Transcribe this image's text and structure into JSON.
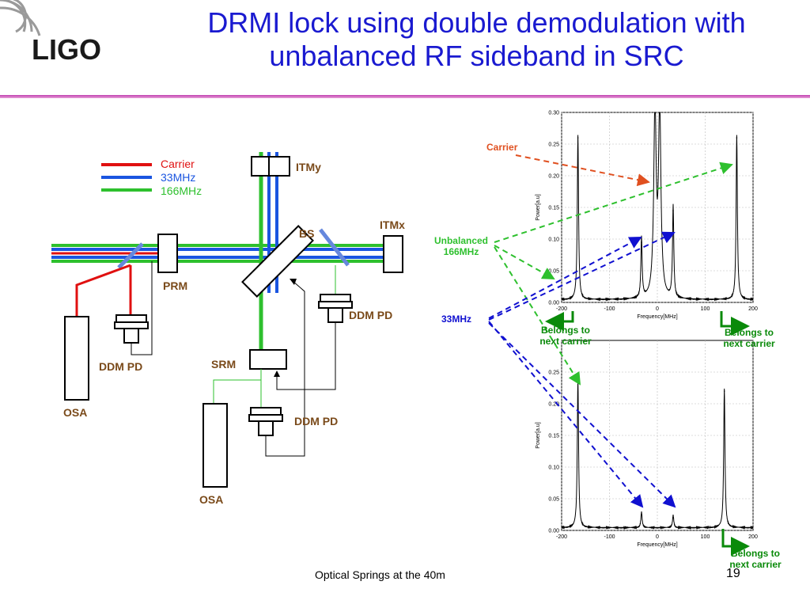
{
  "slide": {
    "title": "DRMI lock using double demodulation with unbalanced RF sideband in SRC",
    "title_line1": "DRMI lock using double demodulation with",
    "title_line2": "unbalanced RF sideband in SRC",
    "logo_text": "LIGO",
    "footer_text": "Optical Springs at the 40m",
    "page_number": "19",
    "accent_line_color": "#c040b0"
  },
  "legend": {
    "items": [
      {
        "label": "Carrier",
        "color": "#e01010"
      },
      {
        "label": "33MHz",
        "color": "#1a55e0"
      },
      {
        "label": "166MHz",
        "color": "#2ec02e"
      }
    ]
  },
  "diagram": {
    "itmy": "ITMy",
    "itmx": "ITMx",
    "bs": "BS",
    "prm": "PRM",
    "srm": "SRM",
    "ddm_pd": "DDM PD",
    "osa": "OSA"
  },
  "annotations": {
    "carrier": "Carrier",
    "unbalanced": "Unbalanced",
    "unbalanced_freq": "166MHz",
    "mhz33": "33MHz",
    "belongs_line1": "Belongs to",
    "belongs_line2": "next carrier"
  },
  "chart_data": [
    {
      "type": "line",
      "title": "",
      "xlabel": "Frequency[MHz]",
      "ylabel": "Power[a.u]",
      "xlim": [
        -200,
        200
      ],
      "ylim": [
        0,
        0.3
      ],
      "x_ticks": [
        "-200",
        "-100",
        "0",
        "100",
        "200"
      ],
      "y_ticks": [
        "0.00",
        "0.05",
        "0.10",
        "0.15",
        "0.20",
        "0.25",
        "0.30"
      ],
      "grid": true,
      "peaks": [
        {
          "x": -166,
          "y": 0.26
        },
        {
          "x": -33,
          "y": 0.095
        },
        {
          "x": -5,
          "y": 0.3
        },
        {
          "x": 5,
          "y": 0.3
        },
        {
          "x": 33,
          "y": 0.145
        },
        {
          "x": 166,
          "y": 0.26
        }
      ],
      "baseline": 0.003
    },
    {
      "type": "line",
      "title": "",
      "xlabel": "Frequency[MHz]",
      "ylabel": "Power[a.u]",
      "xlim": [
        -200,
        200
      ],
      "ylim": [
        0,
        0.3
      ],
      "x_ticks": [
        "-200",
        "-100",
        "0",
        "100",
        "200"
      ],
      "y_ticks": [
        "0.00",
        "0.05",
        "0.10",
        "0.15",
        "0.20",
        "0.25"
      ],
      "grid": true,
      "peaks": [
        {
          "x": -166,
          "y": 0.235
        },
        {
          "x": -33,
          "y": 0.025
        },
        {
          "x": 33,
          "y": 0.02
        },
        {
          "x": 140,
          "y": 0.22
        }
      ],
      "baseline": 0.003
    }
  ]
}
